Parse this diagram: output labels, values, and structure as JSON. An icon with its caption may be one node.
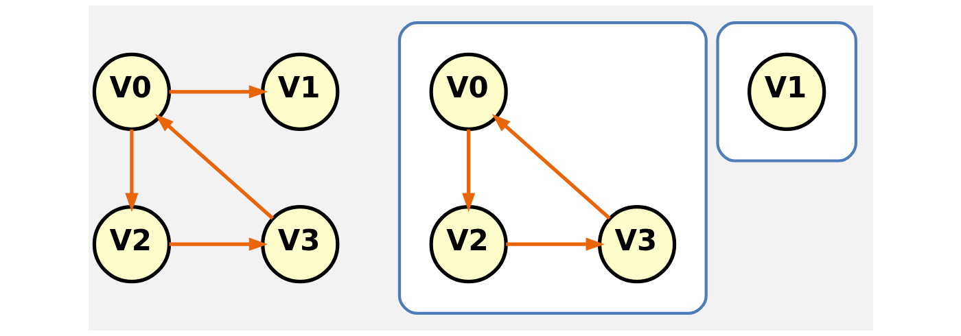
{
  "diagram": {
    "nodes": [
      {
        "text": [
          "V0"
        ]
      },
      {
        "text": [
          "V1"
        ]
      },
      {
        "text": [
          "V2"
        ]
      },
      {
        "text": [
          "V3"
        ]
      },
      {
        "text": [],
        "shape": "ellipse"
      },
      {
        "text": [
          "V0"
        ],
        "in": 4
      },
      {
        "text": [
          "V2"
        ],
        "in": 4
      },
      {
        "text": [
          "V3"
        ],
        "in": 4
      },
      {
        "text": [],
        "shape": "ellipse"
      },
      {
        "text": [
          "V1"
        ],
        "in": 8
      }
    ],
    "edges": [
      {
        "from": 0,
        "to": 1,
        "arrow": "to"
      },
      {
        "from": 0,
        "to": 2,
        "arrow": "to"
      },
      {
        "from": 2,
        "to": 3,
        "arrow": "to"
      },
      {
        "from": 3,
        "to": 0,
        "arrow": "to"
      },
      {
        "from": 5,
        "to": 6,
        "arrow": "to"
      },
      {
        "from": 6,
        "to": 7,
        "arrow": "to"
      },
      {
        "from": 7,
        "to": 5,
        "arrow": "to"
      }
    ]
  }
}
